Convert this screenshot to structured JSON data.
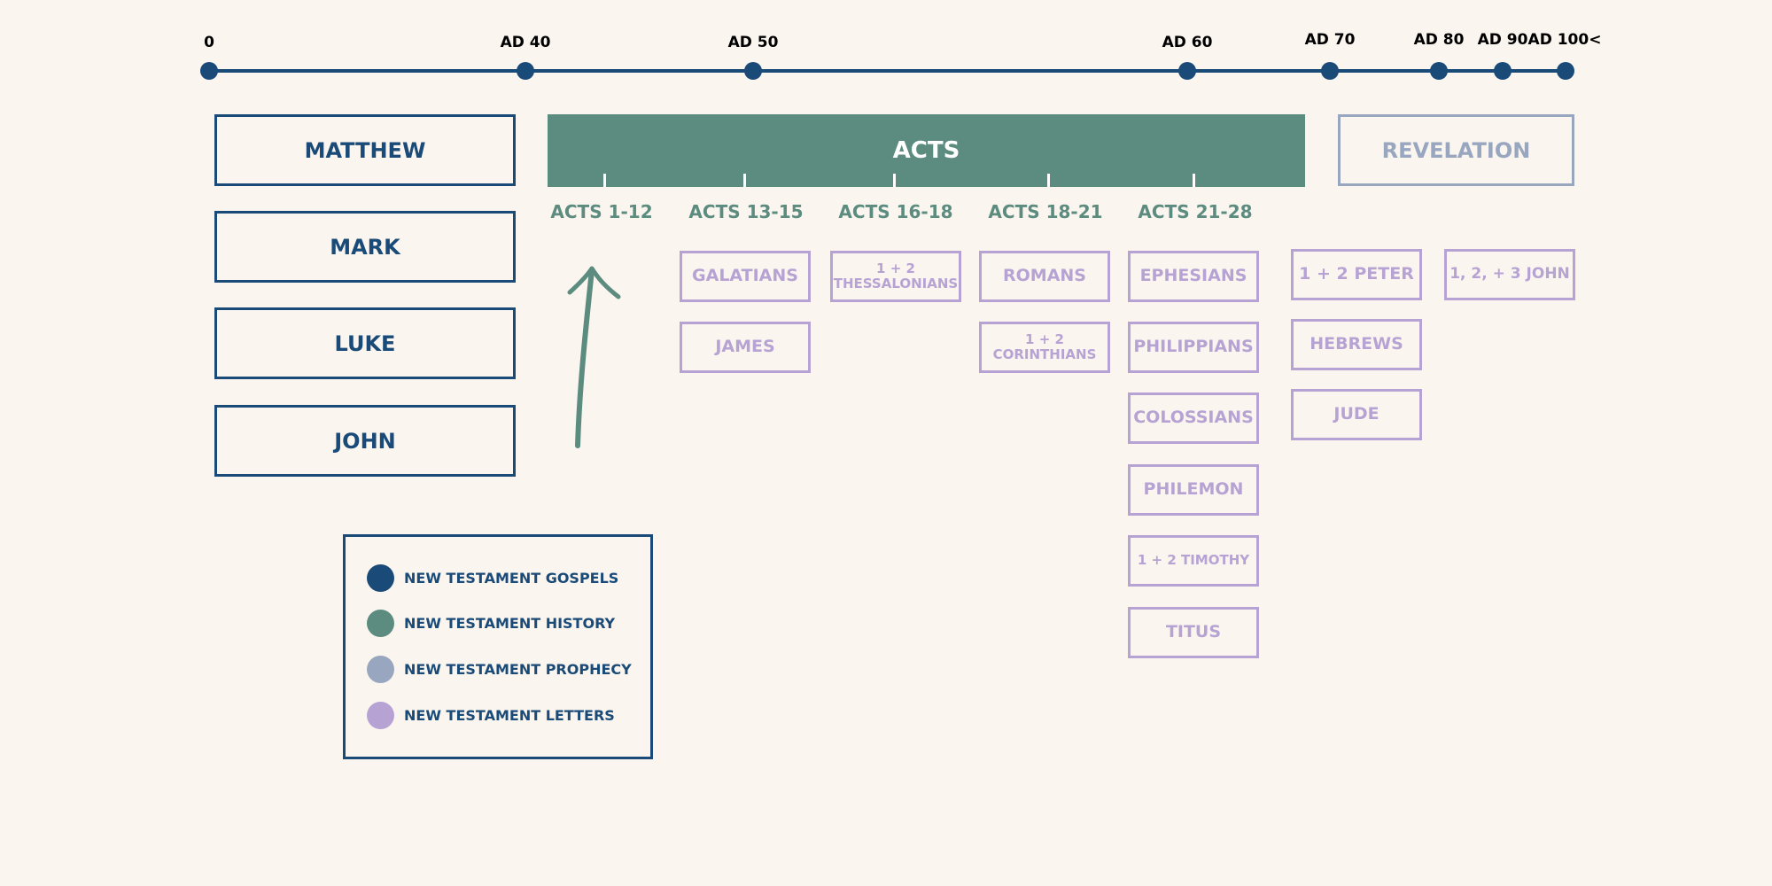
{
  "timeline": {
    "ticks": [
      {
        "label": "0"
      },
      {
        "label": "AD 40"
      },
      {
        "label": "AD 50"
      },
      {
        "label": "AD 60"
      },
      {
        "label": "AD 70"
      },
      {
        "label": "AD 80"
      },
      {
        "label": "AD 90"
      },
      {
        "label": "AD 100<"
      }
    ]
  },
  "gospels": {
    "items": [
      {
        "label": "MATTHEW"
      },
      {
        "label": "MARK"
      },
      {
        "label": "LUKE"
      },
      {
        "label": "JOHN"
      }
    ]
  },
  "history": {
    "title": "ACTS",
    "sections": [
      {
        "label": "ACTS 1-12"
      },
      {
        "label": "ACTS 13-15"
      },
      {
        "label": "ACTS 16-18"
      },
      {
        "label": "ACTS 18-21"
      },
      {
        "label": "ACTS 21-28"
      }
    ]
  },
  "prophecy": {
    "title": "REVELATION"
  },
  "letters": {
    "items": [
      {
        "label": "GALATIANS"
      },
      {
        "label": "JAMES"
      },
      {
        "label": "1 + 2 THESSALONIANS"
      },
      {
        "label": "ROMANS"
      },
      {
        "label": "1 + 2 CORINTHIANS"
      },
      {
        "label": "EPHESIANS"
      },
      {
        "label": "PHILIPPIANS"
      },
      {
        "label": "COLOSSIANS"
      },
      {
        "label": "PHILEMON"
      },
      {
        "label": "1 + 2 TIMOTHY"
      },
      {
        "label": "TITUS"
      },
      {
        "label": "1 + 2 PETER"
      },
      {
        "label": "HEBREWS"
      },
      {
        "label": "JUDE"
      },
      {
        "label": "1, 2, + 3 JOHN"
      }
    ]
  },
  "legend": {
    "items": [
      {
        "label": "NEW TESTAMENT GOSPELS",
        "color": "#1a4a78"
      },
      {
        "label": "NEW TESTAMENT HISTORY",
        "color": "#5b8c7f"
      },
      {
        "label": "NEW TESTAMENT PROPHECY",
        "color": "#99a6bf"
      },
      {
        "label": "NEW TESTAMENT LETTERS",
        "color": "#b7a3d3"
      }
    ]
  },
  "colors": {
    "background": "#faf5ef",
    "gospels": "#1a4a78",
    "history": "#5b8c7f",
    "prophecy": "#99a6bf",
    "letters": "#b7a3d3"
  }
}
